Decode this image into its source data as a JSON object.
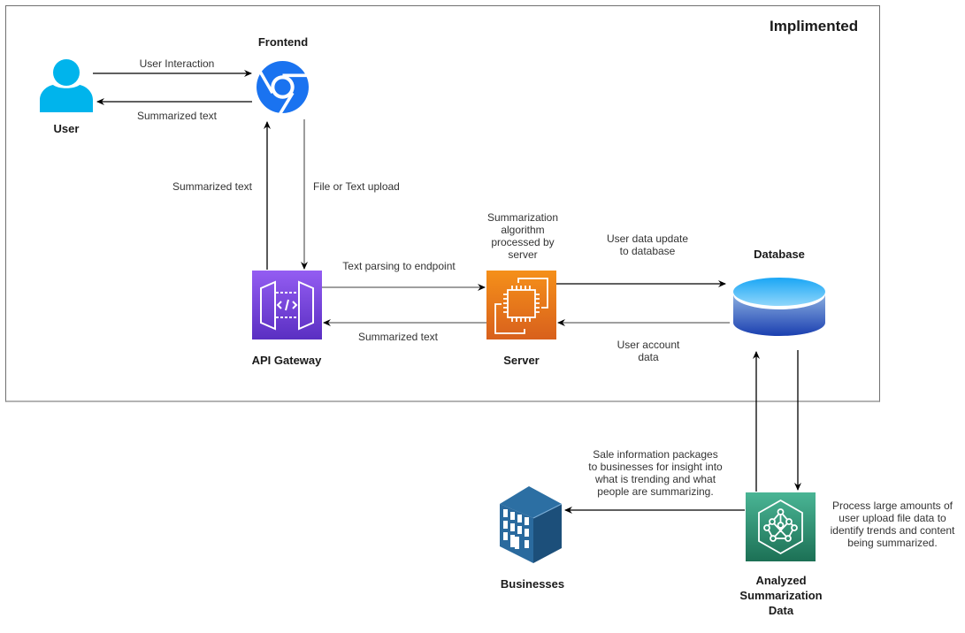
{
  "group": {
    "title": "Implimented"
  },
  "nodes": {
    "user": {
      "label": "User",
      "icon": "user-icon",
      "color": "#00a8e0"
    },
    "frontend": {
      "label": "Frontend",
      "icon": "chrome-browser-icon",
      "color": "#1a73f0"
    },
    "api_gateway": {
      "label": "API Gateway",
      "icon": "api-gateway-icon",
      "color": "#7b3fe4"
    },
    "server": {
      "label": "Server",
      "icon": "ec2-server-icon",
      "color": "#e8771a"
    },
    "database": {
      "label": "Database",
      "icon": "database-cylinder-icon",
      "color": "#2f6fd6"
    },
    "analyzed": {
      "label_lines": [
        "Analyzed",
        "Summarization",
        "Data"
      ],
      "icon": "machine-learning-icon",
      "color": "#2a8f75"
    },
    "businesses": {
      "label": "Businesses",
      "icon": "office-building-icon",
      "color": "#24608f"
    }
  },
  "edges": {
    "user_to_frontend": "User Interaction",
    "frontend_to_user": "Summarized text",
    "api_to_frontend": "Summarized text",
    "frontend_to_api": "File or Text upload",
    "api_to_server": "Text parsing to endpoint",
    "server_to_api": "Summarized text",
    "server_note_lines": [
      "Summarization",
      "algorithm",
      "processed by",
      "server"
    ],
    "server_to_db_lines": [
      "User data update",
      "to database"
    ],
    "db_to_server_lines": [
      "User account",
      "data"
    ],
    "analyzed_to_business_lines": [
      "Sale information packages",
      "to businesses for insight into",
      "what is trending and what",
      "people are summarizing."
    ],
    "analyzed_note_lines": [
      "Process large amounts of",
      "user upload file data to",
      "identify trends and content",
      "being summarized."
    ]
  }
}
